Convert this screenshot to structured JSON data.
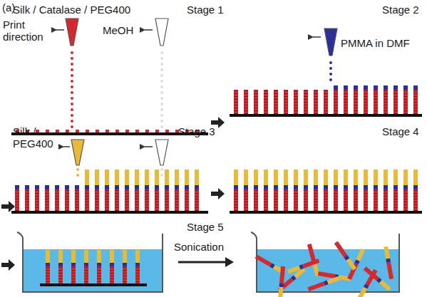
{
  "diagram": {
    "labels": [
      "(a)",
      "Silk / Catalase / PEG400",
      "Print direction",
      "MeOH",
      "Stage 1",
      "Stage 2",
      "PMMA in DMF",
      "Silk / PEG400",
      "Stage 3",
      "Stage 4",
      "Stage 5",
      "Sonication"
    ]
  }
}
